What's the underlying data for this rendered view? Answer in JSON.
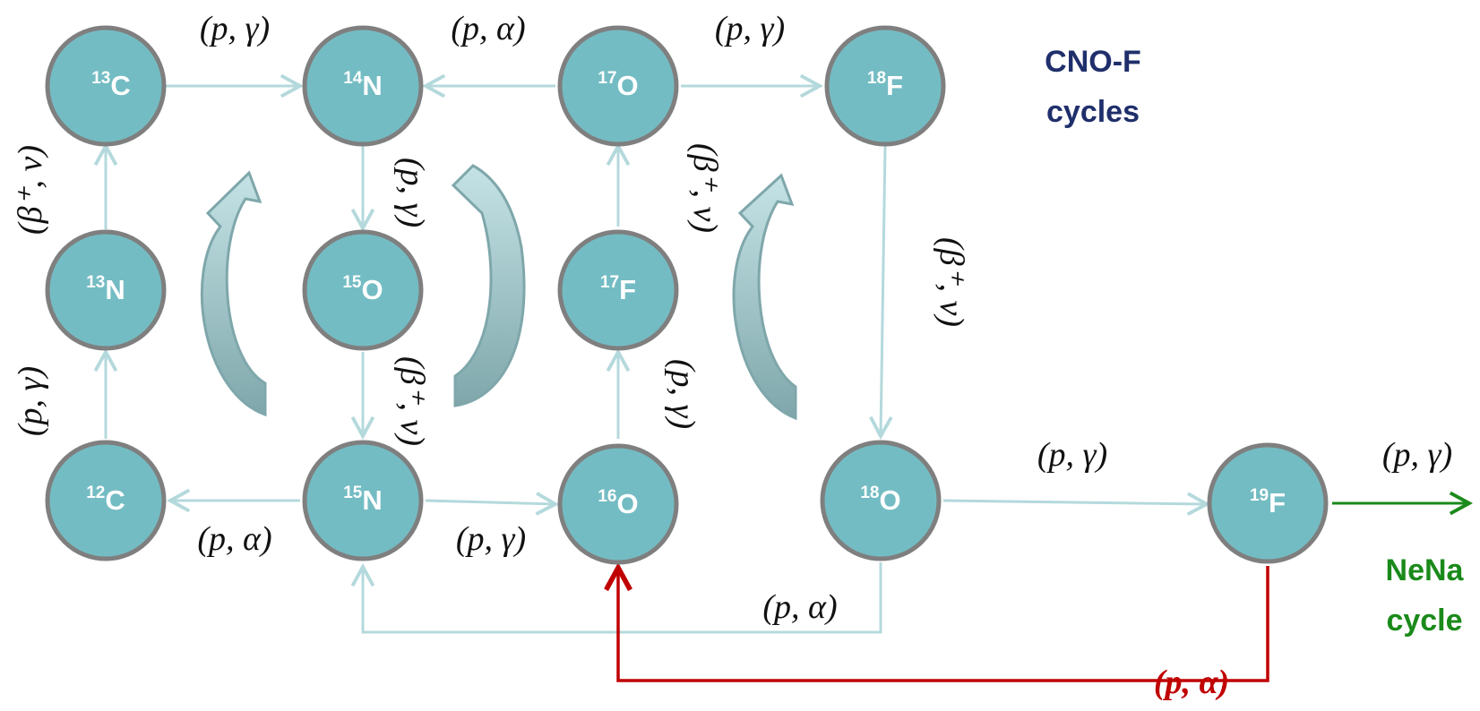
{
  "titles": {
    "cno_line1": "CNO-F",
    "cno_line2": "cycles",
    "nena_line1": "NeNa",
    "nena_line2": "cycle"
  },
  "nodes": [
    {
      "id": "C13",
      "mass": "13",
      "element": "C"
    },
    {
      "id": "N14",
      "mass": "14",
      "element": "N"
    },
    {
      "id": "O17",
      "mass": "17",
      "element": "O"
    },
    {
      "id": "F18",
      "mass": "18",
      "element": "F"
    },
    {
      "id": "N13",
      "mass": "13",
      "element": "N"
    },
    {
      "id": "O15",
      "mass": "15",
      "element": "O"
    },
    {
      "id": "F17",
      "mass": "17",
      "element": "F"
    },
    {
      "id": "C12",
      "mass": "12",
      "element": "C"
    },
    {
      "id": "N15",
      "mass": "15",
      "element": "N"
    },
    {
      "id": "O16",
      "mass": "16",
      "element": "O"
    },
    {
      "id": "O18",
      "mass": "18",
      "element": "O"
    },
    {
      "id": "F19",
      "mass": "19",
      "element": "F"
    }
  ],
  "reaction_labels": {
    "c13_n14": "(p, γ)",
    "o17_n14": "(p, α)",
    "o17_f18": "(p, γ)",
    "n13_c13": "(β⁺, ν)",
    "n14_o15": "(p, γ)",
    "f17_o17": "(β⁺, ν)",
    "f18_o18": "(β⁺, ν)",
    "c12_n13": "(p, γ)",
    "o15_n15": "(β⁺, ν)",
    "o16_f17": "(p, γ)",
    "n15_c12": "(p, α)",
    "n15_o16": "(p, γ)",
    "o18_f19": "(p, γ)",
    "f19_out": "(p, γ)",
    "o18_n15": "(p, α)",
    "f19_o16": "(p, α)"
  },
  "colors": {
    "node_fill": "#74bcc3",
    "node_stroke": "#7f7f7f",
    "edge": "#b4d9dc",
    "red_path": "#c00000",
    "green_path": "#1a8a1a",
    "title_blue": "#1f2f6b"
  }
}
